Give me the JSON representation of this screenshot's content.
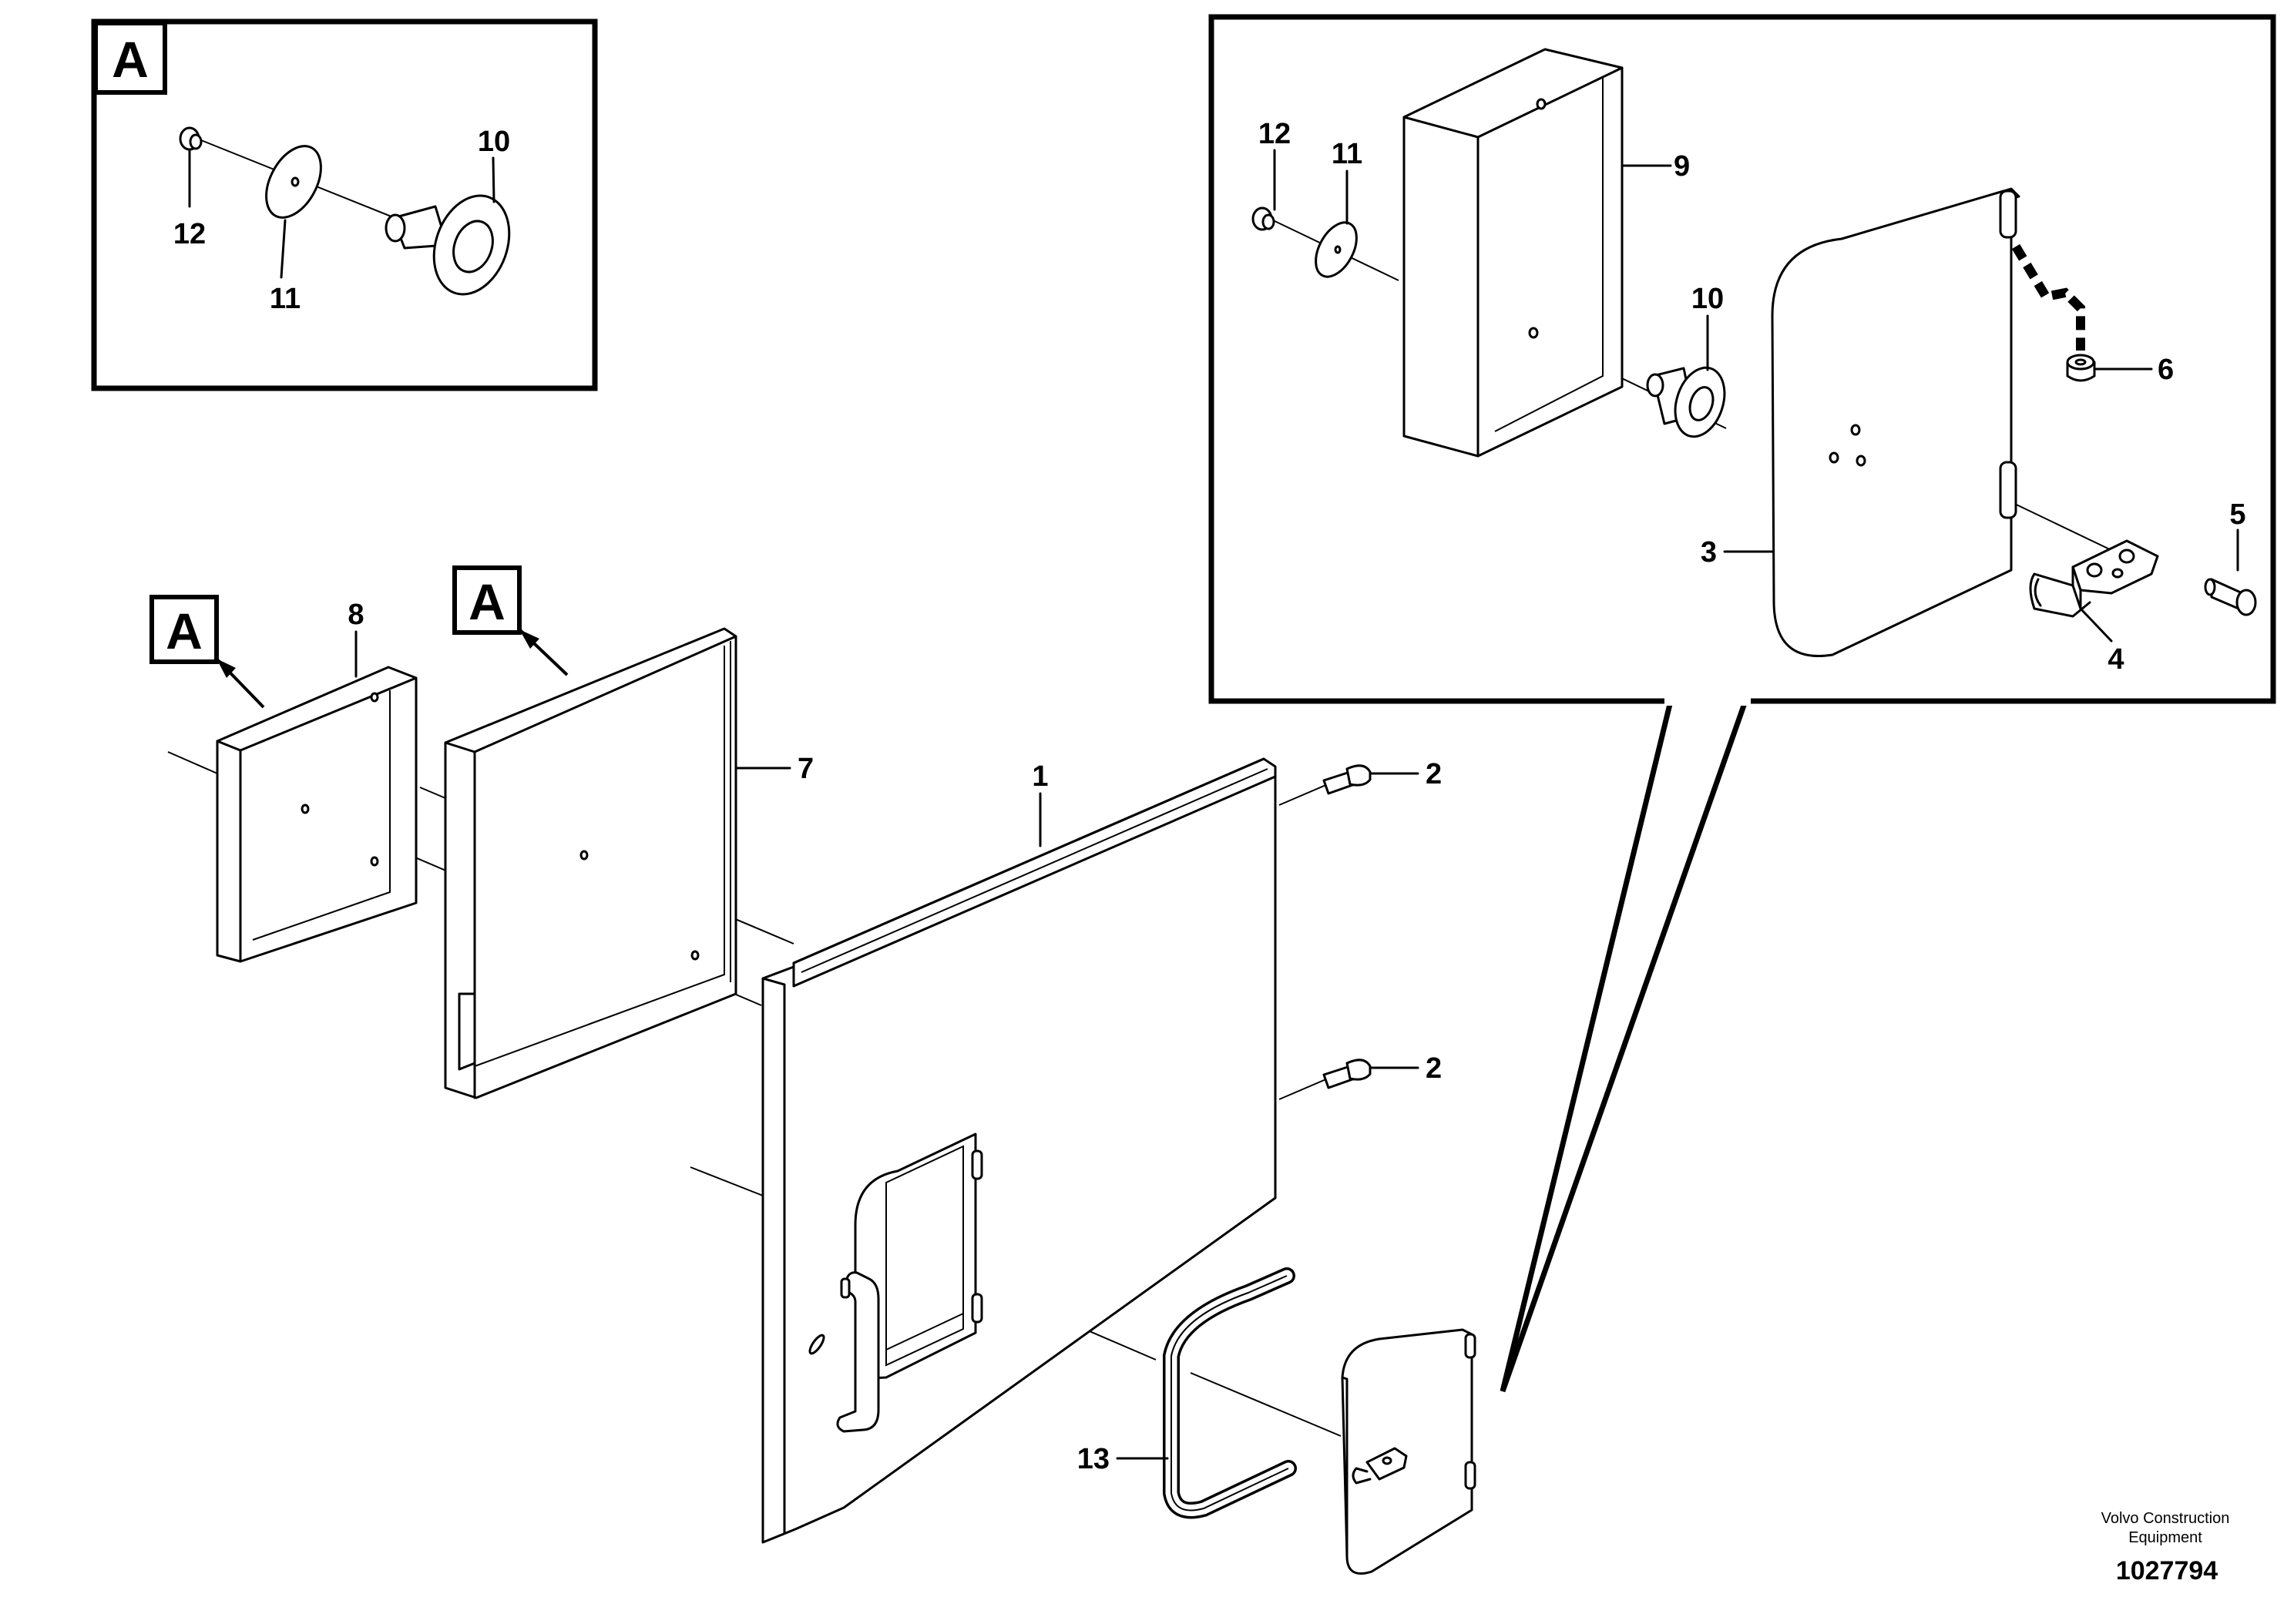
{
  "detail_a": {
    "letter": "A",
    "callouts": {
      "c10": "10",
      "c11": "11",
      "c12": "12"
    }
  },
  "detail_hatch": {
    "callouts": {
      "c3": "3",
      "c4": "4",
      "c5": "5",
      "c6": "6",
      "c9": "9",
      "c10": "10",
      "c11": "11",
      "c12": "12"
    }
  },
  "main": {
    "marker_a1": "A",
    "marker_a2": "A",
    "callouts": {
      "c1": "1",
      "c2a": "2",
      "c2b": "2",
      "c7": "7",
      "c8": "8",
      "c13": "13"
    }
  },
  "footer": {
    "company_line1": "Volvo Construction",
    "company_line2": "Equipment",
    "drawing_number": "1027794"
  }
}
